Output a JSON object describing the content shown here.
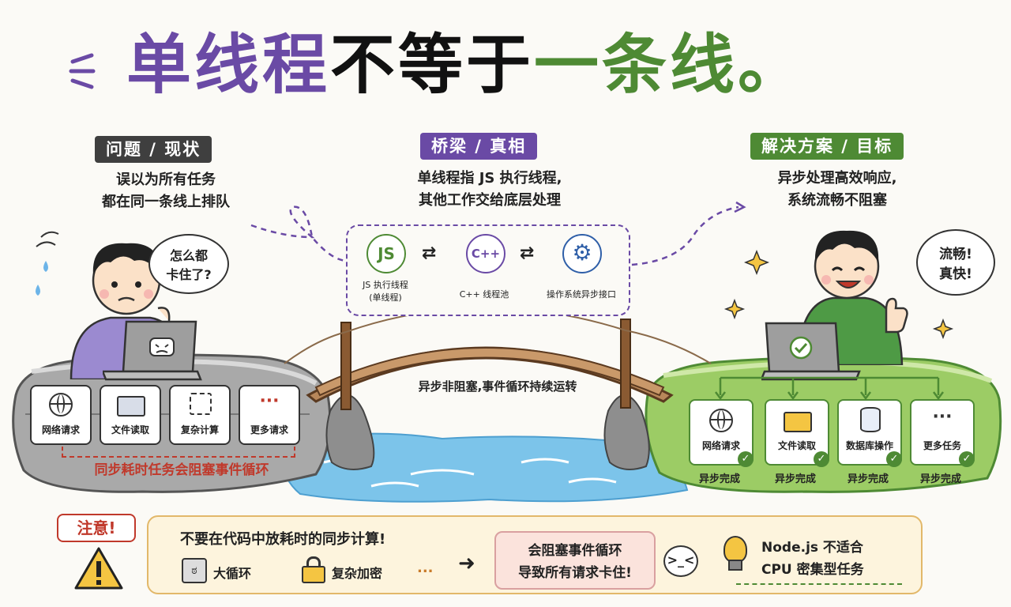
{
  "title": {
    "part1": "单线程",
    "part2": "不等于",
    "part3": "一条线。"
  },
  "colors": {
    "purple": "#6a4aa5",
    "green": "#4e8a34",
    "dark": "#3f3f3f",
    "red": "#c0392b",
    "note_border": "#e2b86a"
  },
  "left": {
    "tag": "问题 / 现状",
    "desc_line1": "误以为所有任务",
    "desc_line2": "都在同一条线上排队",
    "bubble_line1": "怎么都",
    "bubble_line2": "卡住了?",
    "tasks": [
      "网络请求",
      "文件读取",
      "复杂计算",
      "更多请求"
    ],
    "blocking_caption": "同步耗时任务会阻塞事件循环"
  },
  "middle": {
    "tag": "桥梁 / 真相",
    "desc_line1": "单线程指 JS 执行线程,",
    "desc_line2": "其他工作交给底层处理",
    "js_icon": "JS",
    "cpp_icon": "C++",
    "gear_icon": "gear-icon",
    "js_label_line1": "JS 执行线程",
    "js_label_line2": "(单线程)",
    "cpp_label": "C++ 线程池",
    "os_label": "操作系统异步接口",
    "bridge_caption": "异步非阻塞,事件循环持续运转"
  },
  "right": {
    "tag": "解决方案 / 目标",
    "desc_line1": "异步处理高效响应,",
    "desc_line2": "系统流畅不阻塞",
    "bubble_line1": "流畅!",
    "bubble_line2": "真快!",
    "tasks": [
      "网络请求",
      "文件读取",
      "数据库操作",
      "更多任务"
    ],
    "done_label": "异步完成"
  },
  "bottom": {
    "attention": "注意!",
    "warning_text": "不要在代码中放耗时的同步计算!",
    "example1": "大循环",
    "example2": "复杂加密",
    "ellipsis": "...",
    "result_line1": "会阻塞事件循环",
    "result_line2": "导致所有请求卡住!",
    "tip_line1": "Node.js 不适合",
    "tip_line2": "CPU 密集型任务"
  }
}
